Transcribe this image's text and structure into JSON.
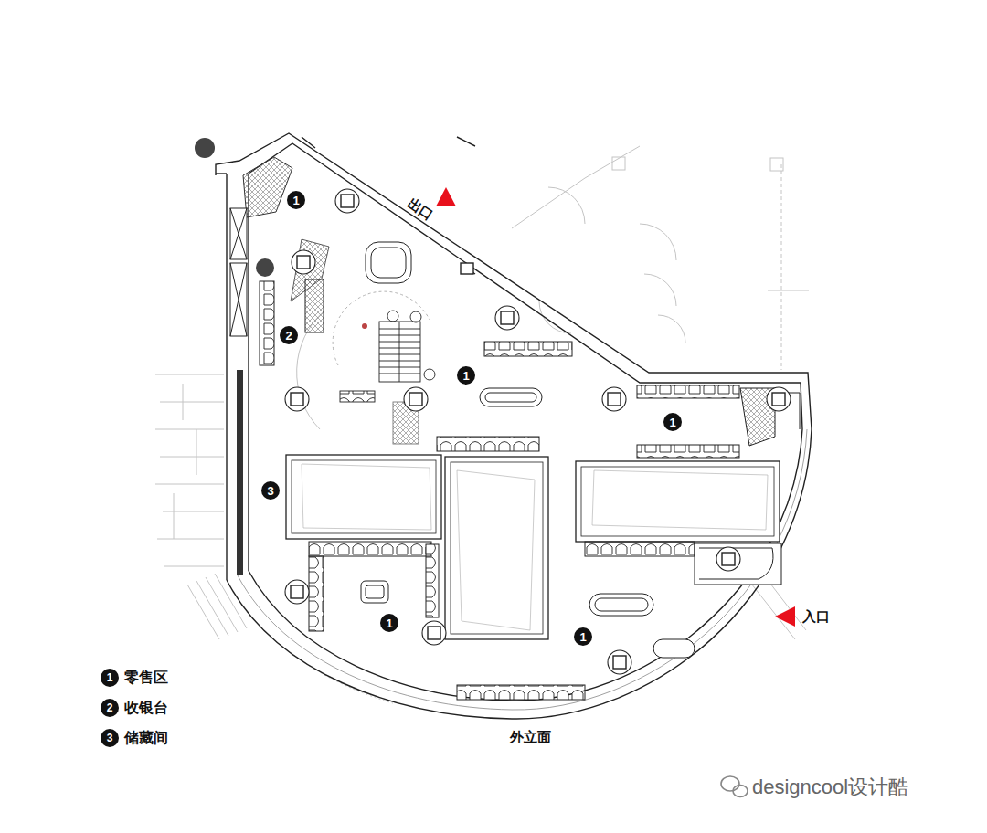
{
  "diagram": {
    "nodes": [
      {
        "text": [
          "1"
        ]
      },
      {
        "text": [
          "2"
        ]
      },
      {
        "text": [
          "1"
        ]
      },
      {
        "text": [
          "1"
        ]
      },
      {
        "text": [
          "3"
        ]
      },
      {
        "text": [
          "1"
        ]
      },
      {
        "text": [
          "1"
        ]
      }
    ],
    "labels": [
      "出口",
      "入口",
      "外立面",
      "1",
      "2",
      "3",
      "designcool设计酷"
    ],
    "legend": [
      {
        "text": "零售区"
      },
      {
        "text": "收银台"
      },
      {
        "text": "储藏间"
      }
    ]
  }
}
